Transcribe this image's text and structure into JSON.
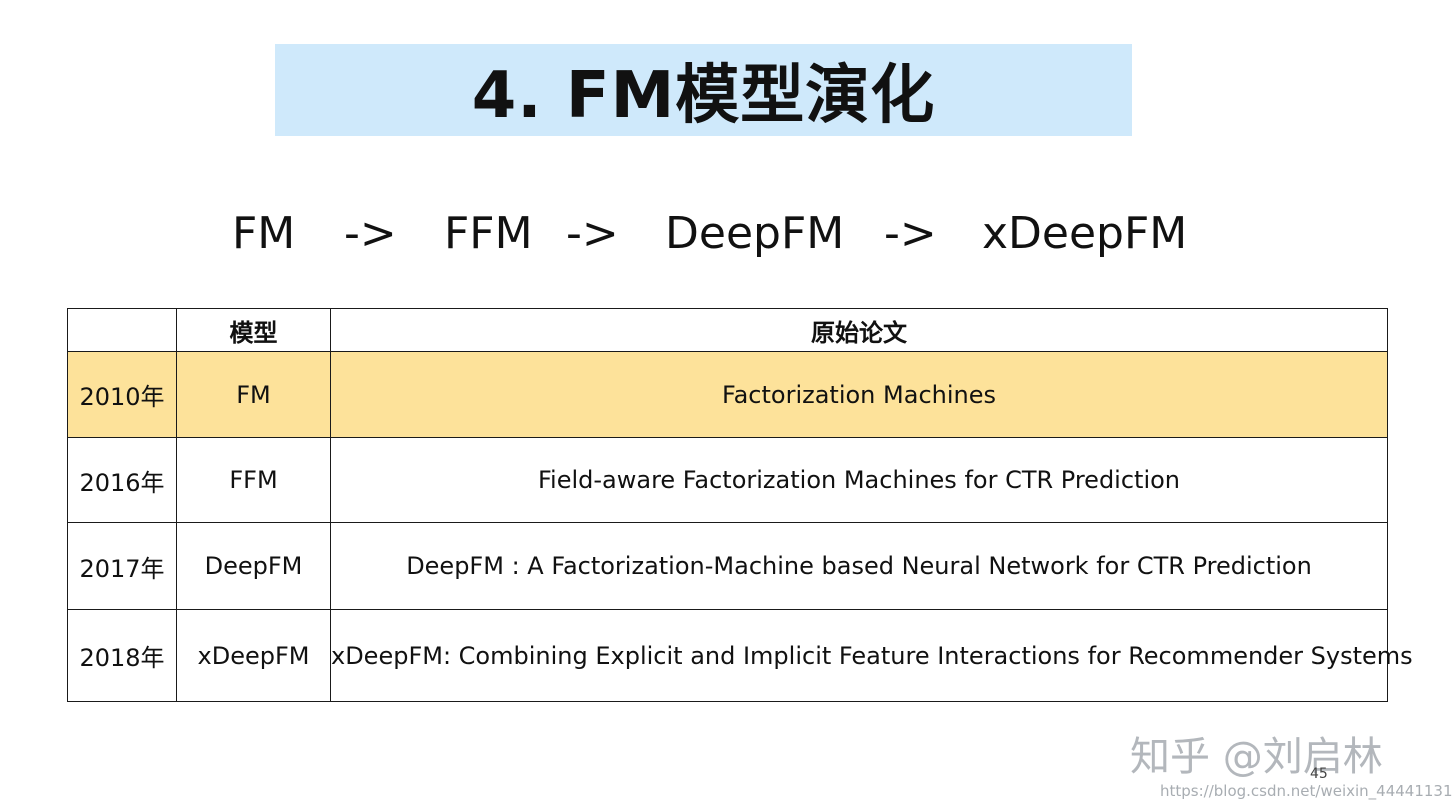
{
  "slide": {
    "title": "4. FM模型演化",
    "flow": {
      "step1": "FM",
      "arrow1": "->",
      "step2": "FFM",
      "arrow2": "->",
      "step3": "DeepFM",
      "arrow3": "->",
      "step4": "xDeepFM"
    },
    "table": {
      "headers": [
        "",
        "模型",
        "原始论文"
      ],
      "rows": [
        {
          "year": "2010年",
          "model": "FM",
          "paper": "Factorization Machines",
          "highlight": true
        },
        {
          "year": "2016年",
          "model": "FFM",
          "paper": "Field-aware Factorization Machines for CTR Prediction",
          "highlight": false
        },
        {
          "year": "2017年",
          "model": "DeepFM",
          "paper": "DeepFM : A Factorization-Machine based Neural Network for CTR Prediction",
          "highlight": false
        },
        {
          "year": "2018年",
          "model": "xDeepFM",
          "paper": "xDeepFM: Combining Explicit and Implicit Feature Interactions for Recommender Systems",
          "highlight": false
        }
      ]
    },
    "page_number": "45",
    "watermark": "知乎 @刘启林",
    "url_watermark": "https://blog.csdn.net/weixin_44441131"
  },
  "colors": {
    "title_bg": "#cfe9fb",
    "highlight_row": "#fde29a"
  }
}
